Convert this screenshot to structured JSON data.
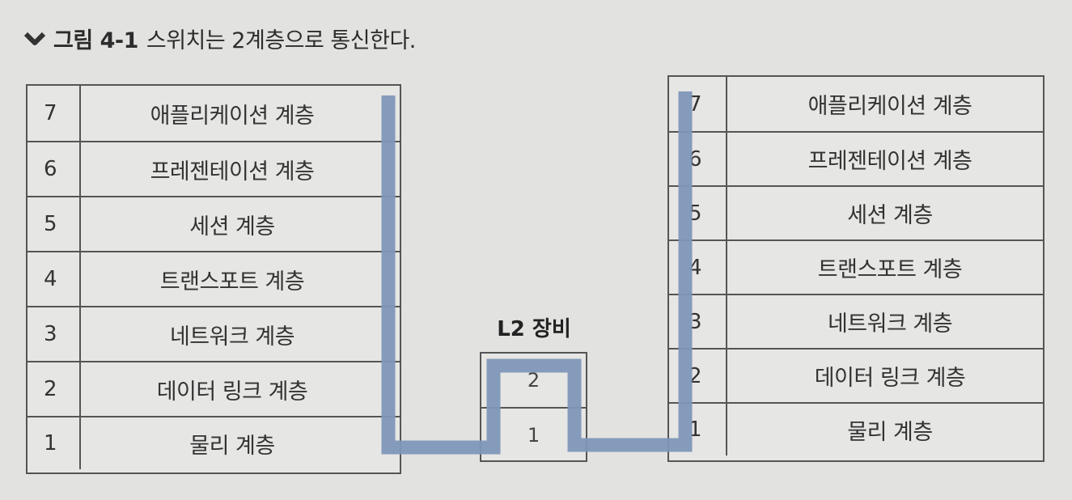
{
  "caption": {
    "label": "그림 4-1",
    "text": "스위치는 2계층으로 통신한다."
  },
  "left_stack": [
    {
      "num": "7",
      "name": "애플리케이션 계층"
    },
    {
      "num": "6",
      "name": "프레젠테이션 계층"
    },
    {
      "num": "5",
      "name": "세션 계층"
    },
    {
      "num": "4",
      "name": "트랜스포트 계층"
    },
    {
      "num": "3",
      "name": "네트워크 계층"
    },
    {
      "num": "2",
      "name": "데이터 링크 계층"
    },
    {
      "num": "1",
      "name": "물리 계층"
    }
  ],
  "device": {
    "title": "L2 장비",
    "layers": [
      "2",
      "1"
    ]
  },
  "right_stack": [
    {
      "num": "7",
      "name": "애플리케이션 계층"
    },
    {
      "num": "6",
      "name": "프레젠테이션 계층"
    },
    {
      "num": "5",
      "name": "세션 계층"
    },
    {
      "num": "4",
      "name": "트랜스포트 계층"
    },
    {
      "num": "3",
      "name": "네트워크 계층"
    },
    {
      "num": "2",
      "name": "데이터 링크 계층"
    },
    {
      "num": "1",
      "name": "물리 계층"
    }
  ],
  "colors": {
    "path": "#7f97b8",
    "border": "#555555",
    "background": "#e2e2e0"
  }
}
